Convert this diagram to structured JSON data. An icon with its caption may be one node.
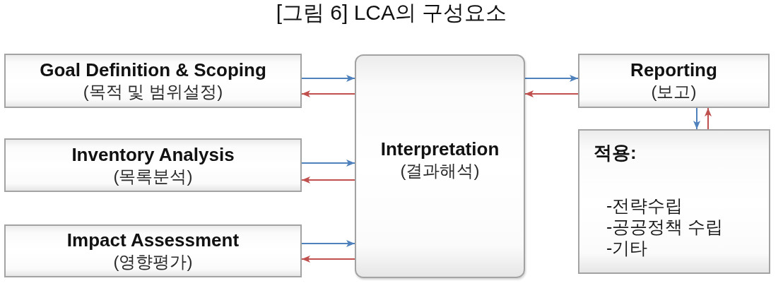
{
  "diagram": {
    "title": "[그림 6] LCA의 구성요소",
    "nodes": [
      {
        "text": [
          "Goal Definition & Scoping",
          "(목적 및 범위설정)"
        ]
      },
      {
        "text": [
          "Inventory Analysis",
          "(목록분석)"
        ]
      },
      {
        "text": [
          "Impact Assessment",
          "(영향평가)"
        ]
      },
      {
        "text": [
          "Interpretation",
          "(결과해석)"
        ]
      },
      {
        "text": [
          "Reporting",
          "(보고)"
        ]
      },
      {
        "text": [
          "적용:",
          "-전략수립",
          "-공공정책 수립",
          "-기타"
        ]
      }
    ],
    "edges": [
      {
        "from": 0,
        "to": 3,
        "arrow": "to",
        "color": "#4f81bd"
      },
      {
        "from": 3,
        "to": 0,
        "arrow": "to",
        "color": "#c0504d"
      },
      {
        "from": 1,
        "to": 3,
        "arrow": "to",
        "color": "#4f81bd"
      },
      {
        "from": 3,
        "to": 1,
        "arrow": "to",
        "color": "#c0504d"
      },
      {
        "from": 2,
        "to": 3,
        "arrow": "to",
        "color": "#4f81bd"
      },
      {
        "from": 3,
        "to": 2,
        "arrow": "to",
        "color": "#c0504d"
      },
      {
        "from": 3,
        "to": 4,
        "arrow": "to",
        "color": "#4f81bd"
      },
      {
        "from": 4,
        "to": 3,
        "arrow": "to",
        "color": "#c0504d"
      },
      {
        "from": 4,
        "to": 5,
        "arrow": "to",
        "color": "#4f81bd"
      },
      {
        "from": 5,
        "to": 4,
        "arrow": "to",
        "color": "#c0504d"
      }
    ]
  }
}
